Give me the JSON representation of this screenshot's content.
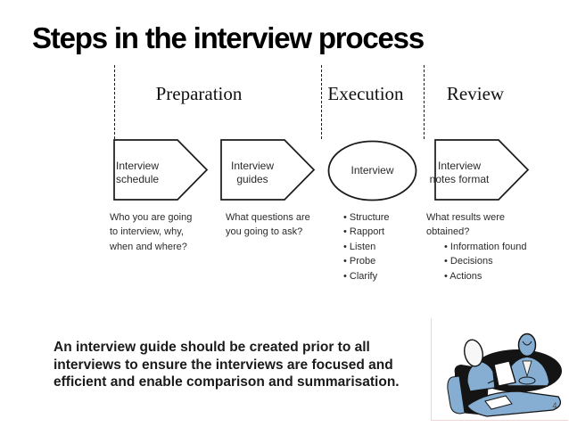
{
  "bullet_char": "•",
  "slide": {
    "title": "Steps in the interview process",
    "page_number": "4",
    "phases": [
      {
        "label": "Preparation"
      },
      {
        "label": "Execution"
      },
      {
        "label": "Review"
      }
    ],
    "steps": [
      {
        "shape": "arrow-pentagon",
        "label": "Interview\nschedule",
        "description": "Who you are going\nto interview, why,\nwhen and where?"
      },
      {
        "shape": "arrow-pentagon",
        "label": "Interview\nguides",
        "description": "What questions are\nyou going to ask?"
      },
      {
        "shape": "ellipse",
        "label": "Interview",
        "bullets": [
          "Structure",
          "Rapport",
          "Listen",
          "Probe",
          "Clarify"
        ]
      },
      {
        "shape": "arrow-pentagon",
        "label": "Interview\nnotes format",
        "description": "What results were\nobtained?",
        "bullets": [
          "Information found",
          "Decisions",
          "Actions"
        ]
      }
    ],
    "note": "An interview guide should be created prior to all\ninterviews to ensure the interviews are focused and\nefficient and enable comparison and summarisation.",
    "clipart": {
      "name": "interview-meeting-clipart",
      "blue": "#85aed2",
      "light": "#f7f7f7",
      "dark": "#141414"
    }
  }
}
